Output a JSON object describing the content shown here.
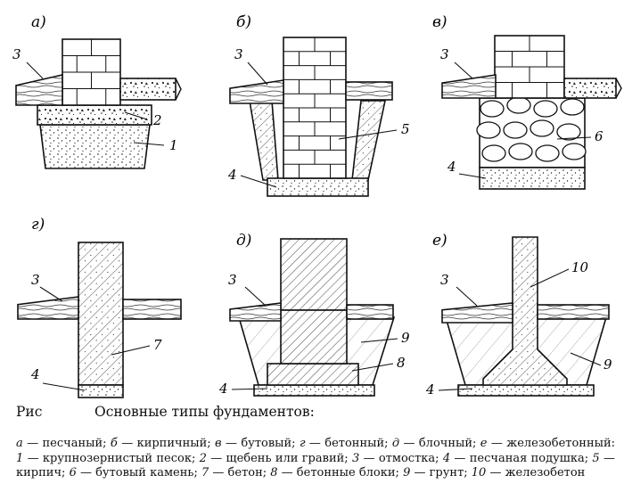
{
  "panels": [
    {
      "id": "a",
      "letter": "а)"
    },
    {
      "id": "b",
      "letter": "б)"
    },
    {
      "id": "v",
      "letter": "в)"
    },
    {
      "id": "g",
      "letter": "г)"
    },
    {
      "id": "d",
      "letter": "д)"
    },
    {
      "id": "e",
      "letter": "е)"
    }
  ],
  "labels": {
    "a": [
      "3",
      "2",
      "1"
    ],
    "b": [
      "3",
      "5",
      "4"
    ],
    "v": [
      "3",
      "6",
      "4"
    ],
    "g": [
      "3",
      "7",
      "4"
    ],
    "d": [
      "3",
      "9",
      "8",
      "4"
    ],
    "e": [
      "3",
      "10",
      "9",
      "4"
    ]
  },
  "caption": {
    "label": "Рис",
    "title": "Основные типы фундаментов:"
  },
  "legend": [
    {
      "key": "а",
      "text": " — песчаный; "
    },
    {
      "key": "б",
      "text": " — кирпичный; "
    },
    {
      "key": "в",
      "text": " — бутовый; "
    },
    {
      "key": "г",
      "text": " — бетонный; "
    },
    {
      "key": "д",
      "text": " — блочный; "
    },
    {
      "key": "е",
      "text": " — железобетонный: "
    },
    {
      "key": "1",
      "text": " — крупнозернистый песок; "
    },
    {
      "key": "2",
      "text": " — щебень или гравий; "
    },
    {
      "key": "3",
      "text": " — отмостка; "
    },
    {
      "key": "4",
      "text": " — песчаная подушка; "
    },
    {
      "key": "5",
      "text": " — кирпич; "
    },
    {
      "key": "6",
      "text": " — бутовый камень; "
    },
    {
      "key": "7",
      "text": " — бетон; "
    },
    {
      "key": "8",
      "text": " — бетонные блоки; "
    },
    {
      "key": "9",
      "text": " — грунт; "
    },
    {
      "key": "10",
      "text": " — железобетон"
    }
  ]
}
